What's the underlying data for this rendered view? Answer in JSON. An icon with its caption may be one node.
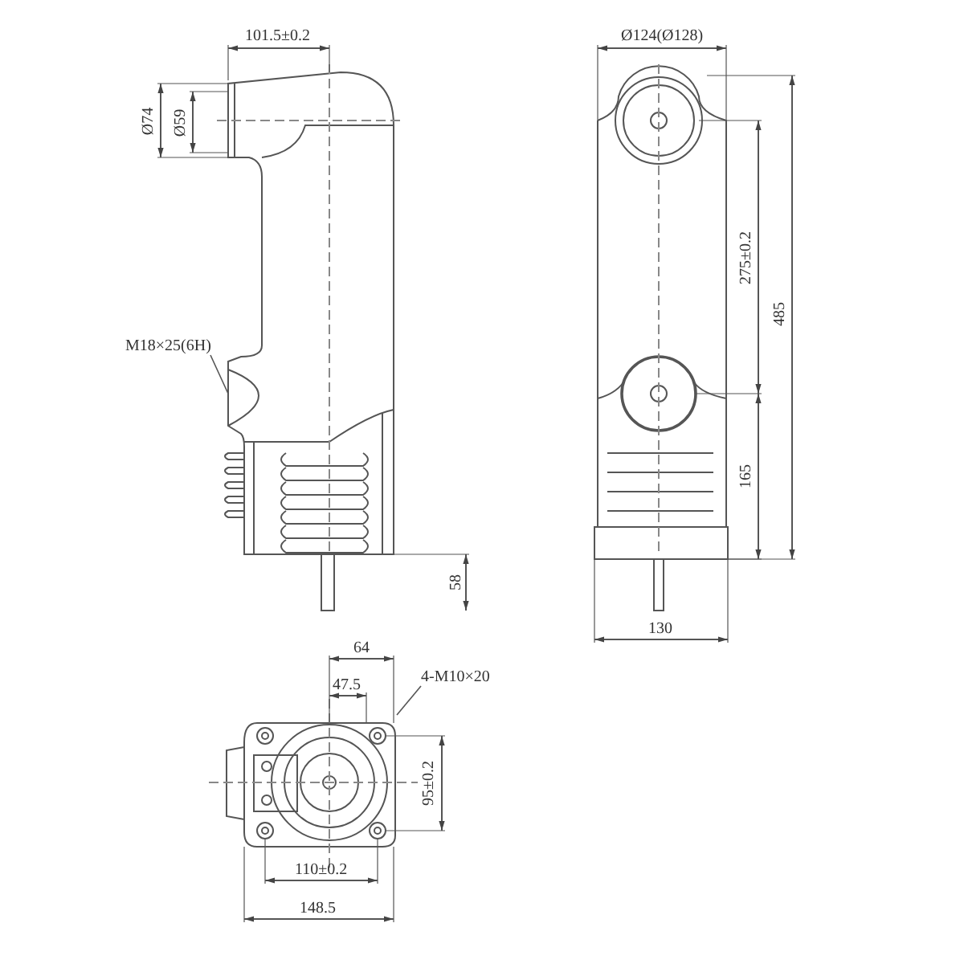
{
  "diagram": {
    "nodes": [
      {
        "text": [
          "M18×25(6H)"
        ]
      },
      {
        "text": [
          "4-M10×20"
        ]
      }
    ],
    "edges": [
      {
        "from": 0,
        "to": null,
        "arrow": "none"
      },
      {
        "from": 1,
        "to": null,
        "arrow": "none"
      }
    ],
    "labels": [
      "101.5±0.2",
      "Ø74",
      "Ø59",
      "58",
      "Ø124(Ø128)",
      "275±0.2",
      "485",
      "165",
      "130",
      "64",
      "47.5",
      "95±0.2",
      "110±0.2",
      "148.5"
    ]
  }
}
